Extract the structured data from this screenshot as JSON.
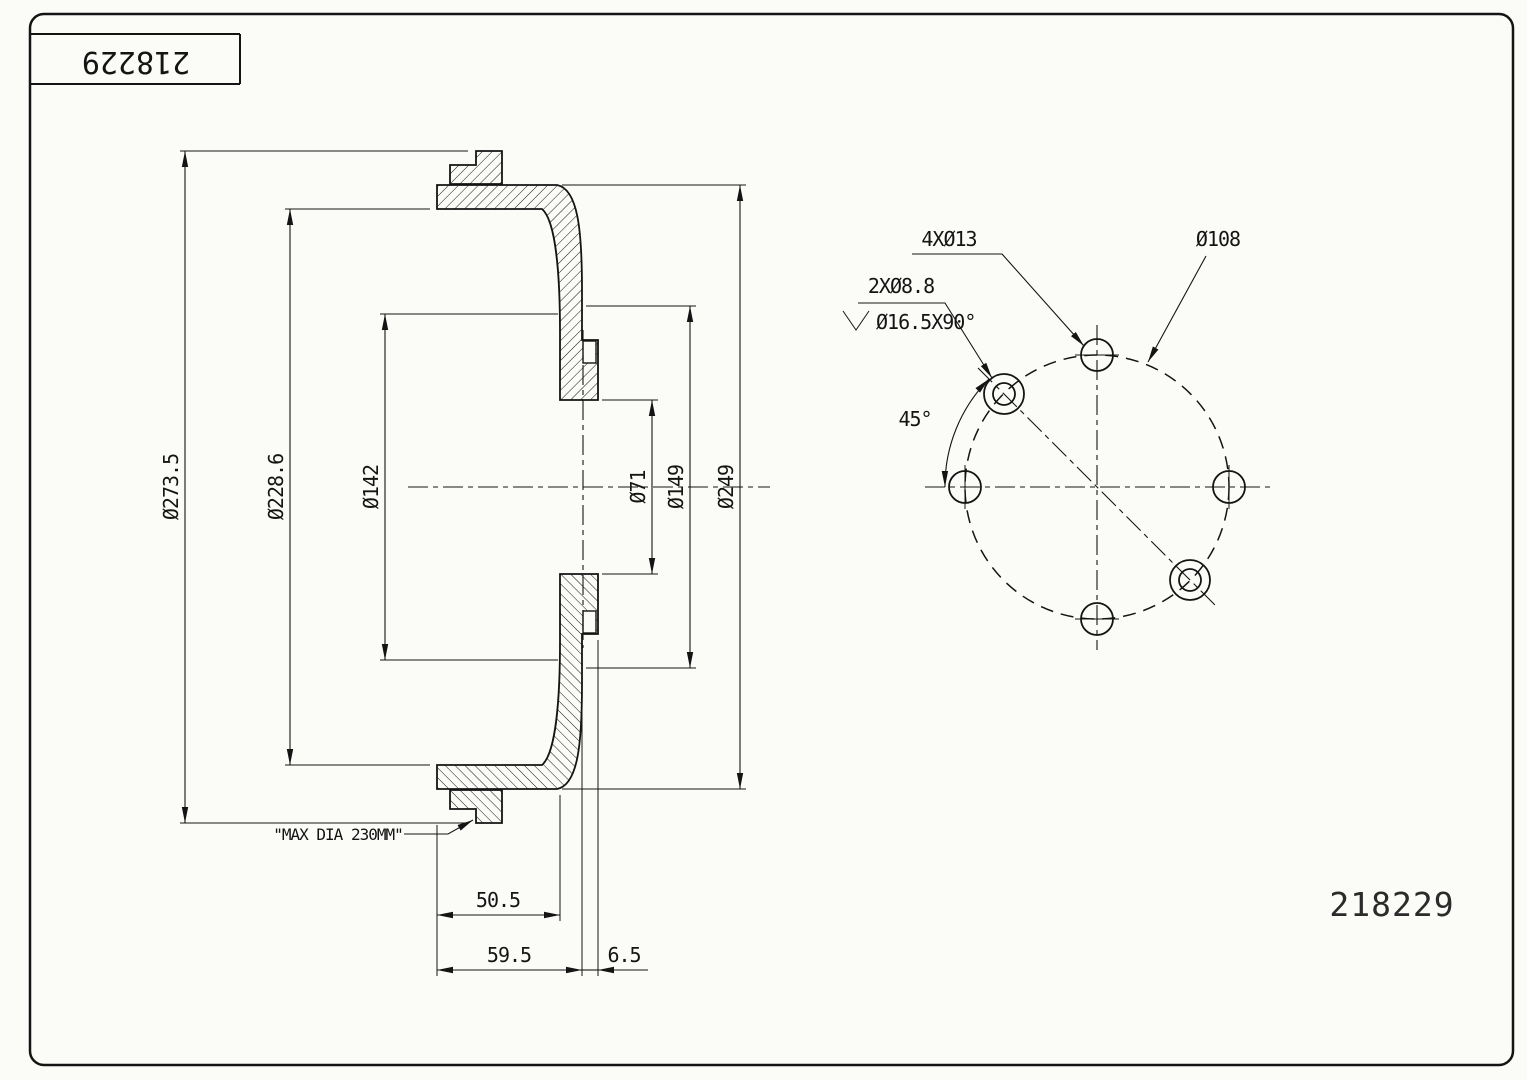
{
  "title_block": {
    "part_number": "218229"
  },
  "corner_stamp": {
    "part_number": "218229"
  },
  "section_view": {
    "dia_outer_flange": "Ø273.5",
    "dia_drum_inner": "Ø228.6",
    "dia_recess": "Ø142",
    "dia_center_bore": "Ø71",
    "dia_hub_face": "Ø149",
    "dia_drum_outer": "Ø249",
    "depth_inner": "50.5",
    "depth_overall": "59.5",
    "pilot_depth": "6.5",
    "max_dia_note": "\"MAX DIA 230MM\""
  },
  "bolt_view": {
    "bolt_holes": "4XØ13",
    "bolt_circle": "Ø108",
    "csk_holes": "2XØ8.8",
    "csk_spec": "Ø16.5X90°",
    "angle": "45°"
  }
}
